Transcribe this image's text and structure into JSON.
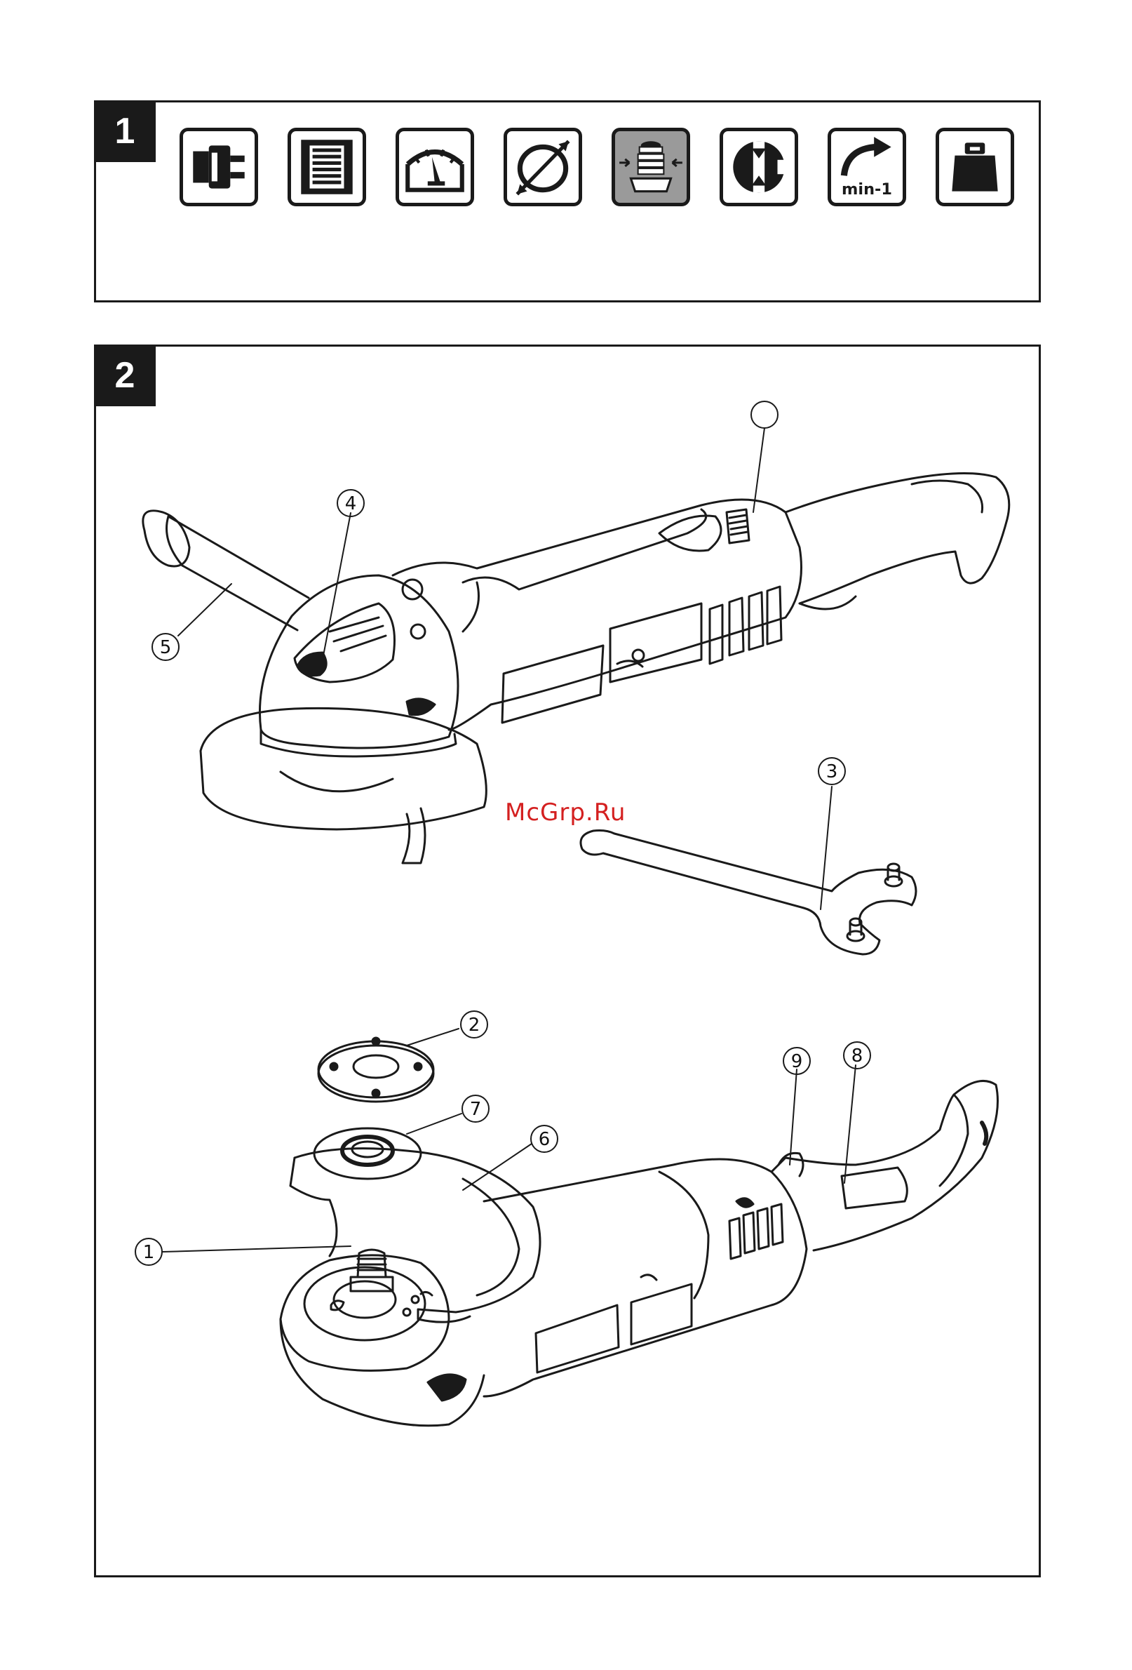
{
  "panel1": {
    "number": "1",
    "icons": [
      {
        "name": "power-plug-icon"
      },
      {
        "name": "data-sheet-icon"
      },
      {
        "name": "gauge-icon"
      },
      {
        "name": "disc-diameter-icon"
      },
      {
        "name": "spindle-thread-icon"
      },
      {
        "name": "disc-thickness-icon"
      },
      {
        "name": "rotation-speed-icon",
        "label": "min-1"
      },
      {
        "name": "weight-icon"
      }
    ]
  },
  "panel2": {
    "number": "2",
    "callouts": [
      "1",
      "2",
      "3",
      "4",
      "5",
      "6",
      "7",
      "8",
      "9"
    ]
  },
  "watermark": "McGrp.Ru"
}
